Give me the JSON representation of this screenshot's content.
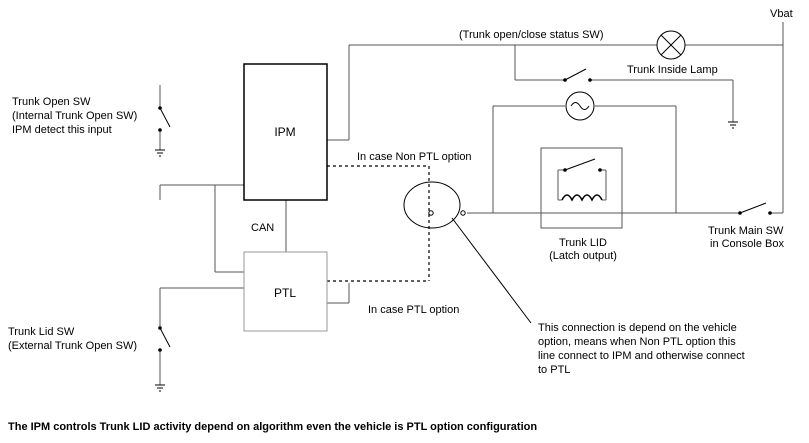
{
  "labels": {
    "vbat": "Vbat",
    "trunk_status_sw": "(Trunk open/close status SW)",
    "trunk_inside_lamp": "Trunk Inside Lamp",
    "trunk_open_sw_1": "Trunk Open SW",
    "trunk_open_sw_2": "(Internal Trunk Open SW)",
    "trunk_open_sw_3": "IPM detect this input",
    "ipm": "IPM",
    "can": "CAN",
    "ptl": "PTL",
    "non_ptl_option": "In case Non PTL option",
    "ptl_option": "In case PTL option",
    "trunk_lid_1": "Trunk LID",
    "trunk_lid_2": "(Latch output)",
    "trunk_main_sw_1": "Trunk Main SW",
    "trunk_main_sw_2": "in Console Box",
    "trunk_lid_sw_1": "Trunk Lid SW",
    "trunk_lid_sw_2": "(External Trunk Open SW)",
    "note_1": "This connection is depend on the vehicle",
    "note_2": "option, means when Non PTL option this",
    "note_3": "line connect to IPM and otherwise connect",
    "note_4": "to PTL",
    "caption": "The IPM controls Trunk LID activity depend on algorithm even the vehicle is  PTL option configuration"
  }
}
